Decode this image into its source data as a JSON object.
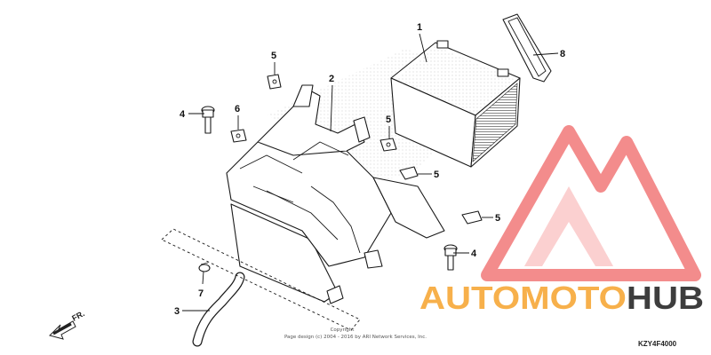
{
  "callouts": [
    {
      "id": "1",
      "label": "1"
    },
    {
      "id": "2",
      "label": "2"
    },
    {
      "id": "3",
      "label": "3"
    },
    {
      "id": "4a",
      "label": "4"
    },
    {
      "id": "4b",
      "label": "4"
    },
    {
      "id": "5a",
      "label": "5"
    },
    {
      "id": "5b",
      "label": "5"
    },
    {
      "id": "5c",
      "label": "5"
    },
    {
      "id": "5d",
      "label": "5"
    },
    {
      "id": "6",
      "label": "6"
    },
    {
      "id": "7",
      "label": "7"
    },
    {
      "id": "8",
      "label": "8"
    }
  ],
  "direction_label": "FR.",
  "copyright": "Copyright",
  "copyright_line": "Page design (c) 2004 - 2016 by ARI Network Services, Inc.",
  "diagram_code": "KZY4F4000",
  "watermark": {
    "part1": "AUTOMOTO",
    "part2": "HUB",
    "color1": "#f7a838",
    "color2": "#1c1c1c",
    "logo_color": "#f06a6a"
  }
}
